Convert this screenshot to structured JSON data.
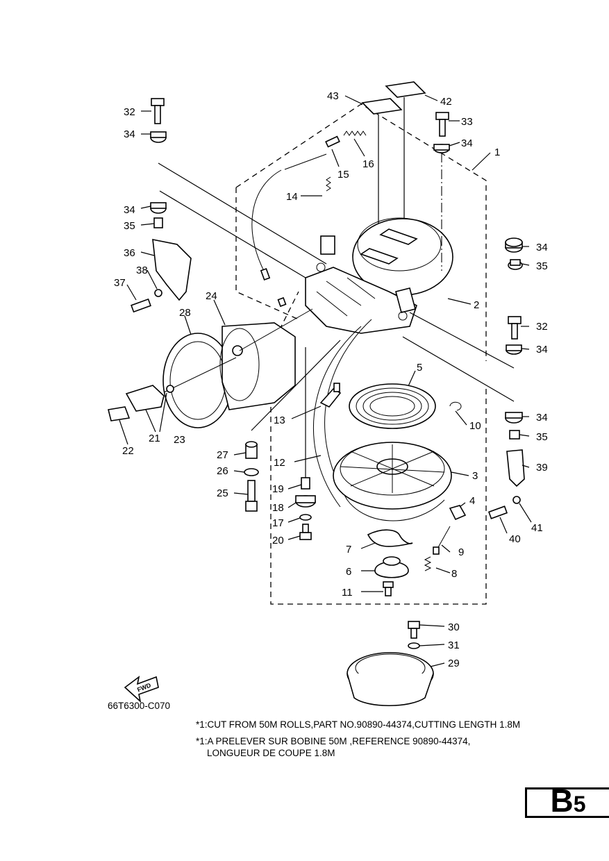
{
  "drawing_code": "66T6300-C070",
  "fwd_label": "FWD",
  "notes": [
    "*1:CUT FROM 50M ROLLS,PART NO.90890-44374,CUTTING LENGTH 1.8M",
    "*1:A PRELEVER SUR BOBINE 50M ,REFERENCE 90890-44374,",
    "LONGUEUR DE COUPE 1.8M"
  ],
  "page_tab": {
    "letter": "B",
    "number": "5"
  },
  "callouts": [
    "1",
    "2",
    "3",
    "4",
    "5",
    "6",
    "7",
    "8",
    "9",
    "10",
    "11",
    "12",
    "13",
    "14",
    "15",
    "16",
    "17",
    "18",
    "19",
    "20",
    "21",
    "22",
    "23",
    "24",
    "25",
    "26",
    "27",
    "28",
    "29",
    "30",
    "31",
    "32",
    "33",
    "34",
    "35",
    "36",
    "37",
    "38",
    "39",
    "40",
    "41",
    "42",
    "43"
  ]
}
